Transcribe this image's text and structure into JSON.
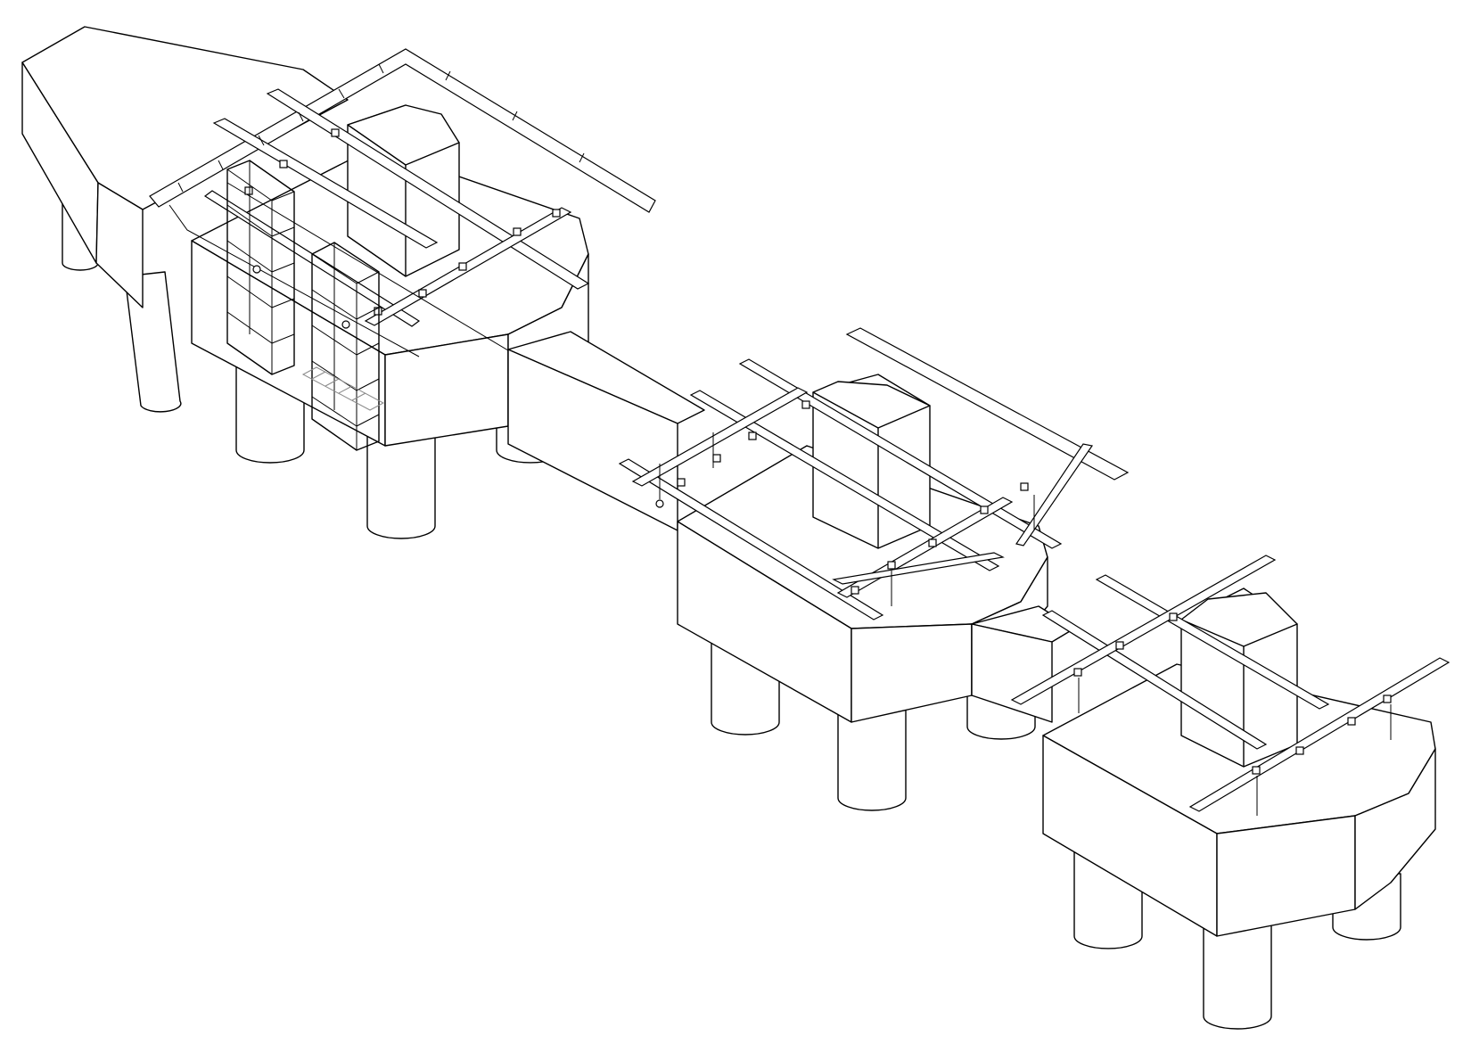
{
  "drawing": {
    "type": "isometric line drawing",
    "line_color": "#000000",
    "background": "#ffffff"
  },
  "piers": [
    {
      "label": "",
      "parts": [
        "pile-cap",
        "column",
        "piles",
        "steel-bracket-frame",
        "cage-frames"
      ]
    },
    {
      "label": "",
      "parts": [
        "pile-cap",
        "column",
        "piles",
        "steel-bracket-frame"
      ]
    },
    {
      "label": "",
      "parts": [
        "pile-cap",
        "column",
        "piles",
        "steel-bracket-frame"
      ]
    }
  ]
}
